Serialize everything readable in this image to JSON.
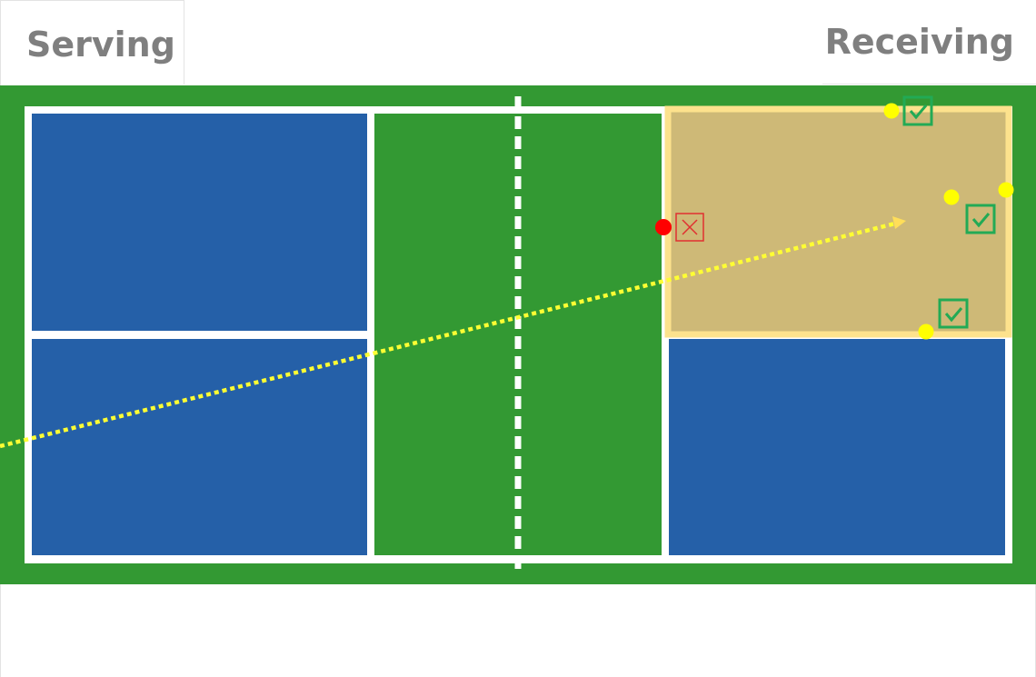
{
  "labels": {
    "serving": "Serving",
    "receiving": "Receiving"
  },
  "colors": {
    "surround": "#339933",
    "service_box": "#2560a8",
    "kitchen": "#339933",
    "lines": "#ffffff",
    "target_zone": "#ceb977",
    "target_zone_border": "#fde28d",
    "ball_in": "#ffff00",
    "ball_out": "#ff0000",
    "check_mark": "#22aa55",
    "x_mark": "#e03030",
    "serve_path": "#ffff33",
    "serve_arrow": "#ffde59"
  },
  "markers": [
    {
      "type": "in",
      "icon": "check-icon"
    },
    {
      "type": "in",
      "icon": "check-icon"
    },
    {
      "type": "in",
      "icon": "check-icon"
    },
    {
      "type": "in",
      "icon": "check-icon"
    },
    {
      "type": "out",
      "icon": "x-icon"
    }
  ]
}
